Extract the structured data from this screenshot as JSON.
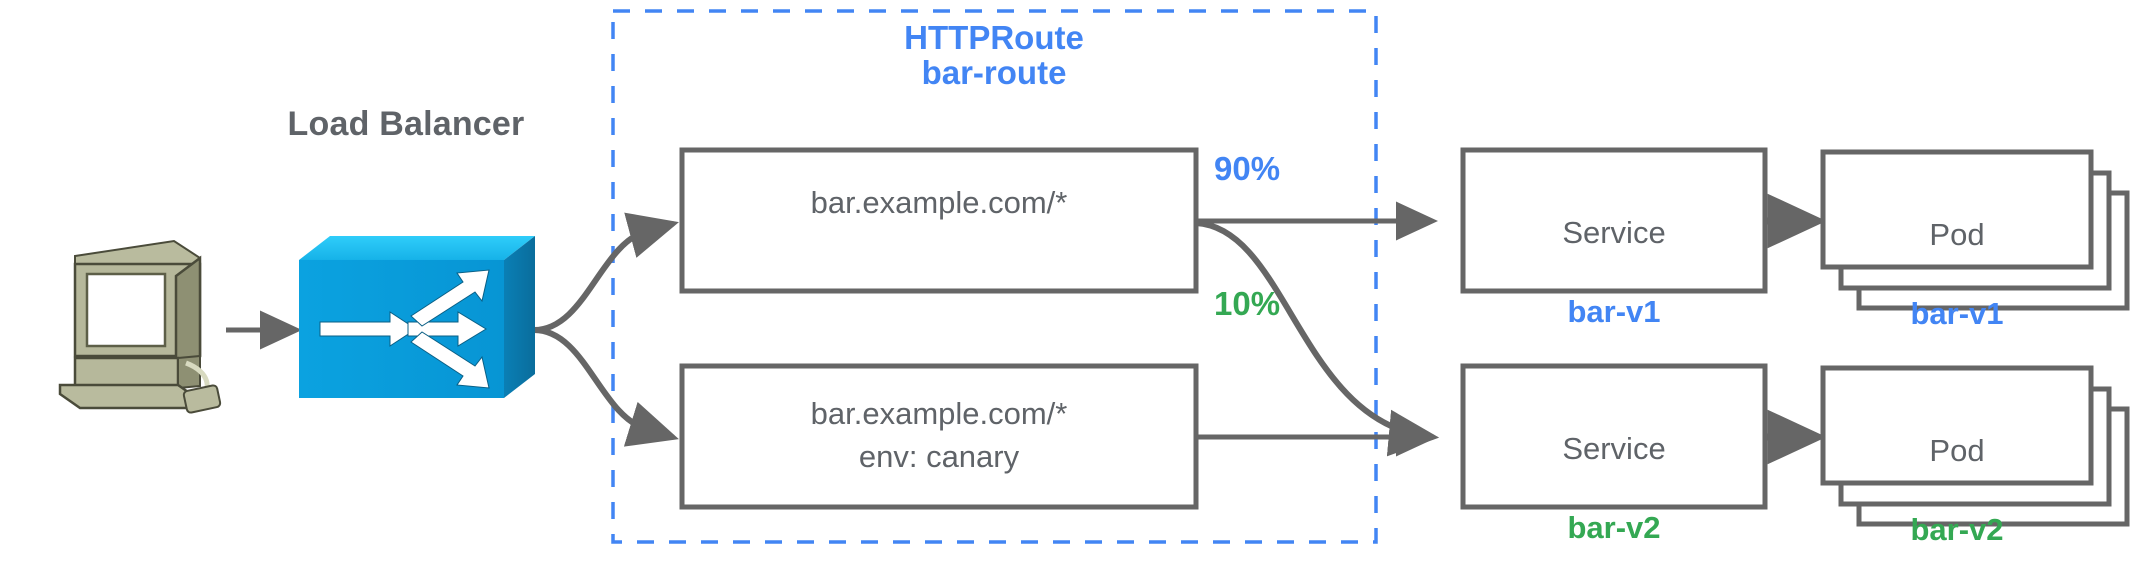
{
  "diagram": {
    "title": "HTTPRoute traffic splitting canary diagram",
    "colors": {
      "blue": "#4285f4",
      "green": "#34a853",
      "gray": "#5f6368",
      "stroke": "#666666",
      "lb_blue": "#0c9ade",
      "lb_blue_top": "#21c0f5",
      "lb_blue_side": "#0a7aa8",
      "computer_body": "#a8a98c",
      "computer_light": "#c3c4a8",
      "computer_dark": "#8e8f72"
    },
    "client": {
      "icon": "computer-icon",
      "label": ""
    },
    "load_balancer": {
      "label": "Load Balancer",
      "icon": "load-balancer-switch-icon"
    },
    "httproute": {
      "kind_label": "HTTPRoute",
      "name_label": "bar-route",
      "border_style": "dashed",
      "rules": [
        {
          "id": "rule-1",
          "lines": [
            "bar.example.com/*"
          ]
        },
        {
          "id": "rule-2",
          "lines": [
            "bar.example.com/*",
            "env: canary"
          ]
        }
      ]
    },
    "weights": [
      {
        "id": "weight-90",
        "label": "90%",
        "color": "blue",
        "from": "rule-1",
        "to": "service-bar-v1"
      },
      {
        "id": "weight-10",
        "label": "10%",
        "color": "green",
        "from": "rule-1",
        "to": "service-bar-v2"
      }
    ],
    "services": [
      {
        "id": "service-bar-v1",
        "kind": "Service",
        "name": "bar-v1",
        "color": "blue"
      },
      {
        "id": "service-bar-v2",
        "kind": "Service",
        "name": "bar-v2",
        "color": "green"
      }
    ],
    "pods": [
      {
        "id": "pod-bar-v1",
        "kind": "Pod",
        "name": "bar-v1",
        "color": "blue",
        "replicas": 3
      },
      {
        "id": "pod-bar-v2",
        "kind": "Pod",
        "name": "bar-v2",
        "color": "green",
        "replicas": 3
      }
    ]
  }
}
